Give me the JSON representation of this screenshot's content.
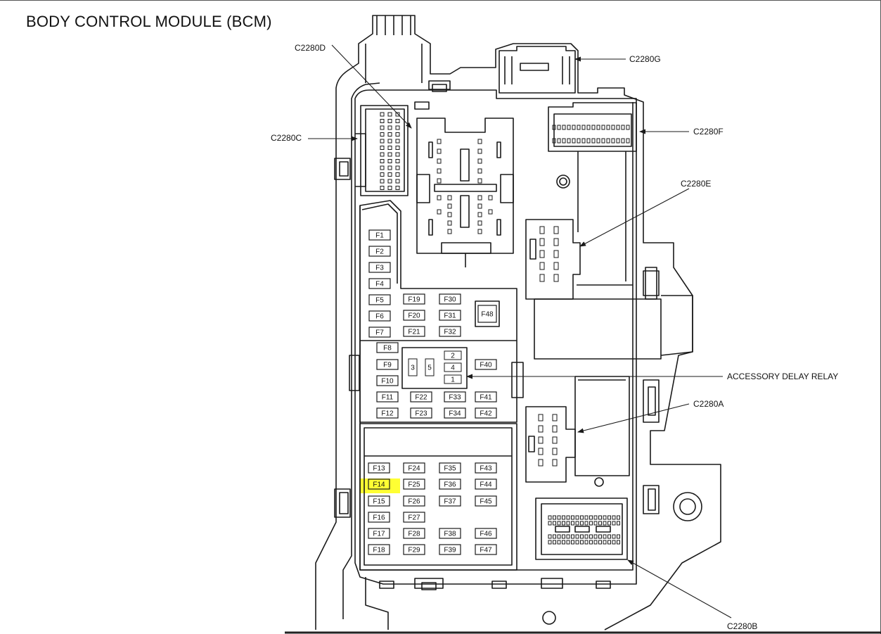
{
  "title": "BODY CONTROL MODULE (BCM)",
  "colors": {
    "highlight": "#ffff33",
    "line": "#1a1a1a"
  },
  "connectors": [
    {
      "id": "c2280d",
      "label": "C2280D"
    },
    {
      "id": "c2280g",
      "label": "C2280G"
    },
    {
      "id": "c2280c",
      "label": "C2280C"
    },
    {
      "id": "c2280f",
      "label": "C2280F"
    },
    {
      "id": "c2280e",
      "label": "C2280E"
    },
    {
      "id": "accessory-delay-relay",
      "label": "ACCESSORY DELAY RELAY"
    },
    {
      "id": "c2280a",
      "label": "C2280A"
    },
    {
      "id": "c2280b",
      "label": "C2280B"
    }
  ],
  "relay_pins": [
    "2",
    "4",
    "1",
    "3",
    "5"
  ],
  "fuses": [
    "F1",
    "F2",
    "F3",
    "F4",
    "F5",
    "F6",
    "F7",
    "F8",
    "F9",
    "F10",
    "F11",
    "F12",
    "F13",
    "F14",
    "F15",
    "F16",
    "F17",
    "F18",
    "F19",
    "F20",
    "F21",
    "F22",
    "F23",
    "F24",
    "F25",
    "F26",
    "F27",
    "F28",
    "F29",
    "F30",
    "F31",
    "F32",
    "F33",
    "F34",
    "F35",
    "F36",
    "F37",
    "F38",
    "F39",
    "F40",
    "F41",
    "F42",
    "F43",
    "F44",
    "F45",
    "F46",
    "F47",
    "F48"
  ],
  "highlighted_fuse": "F14"
}
